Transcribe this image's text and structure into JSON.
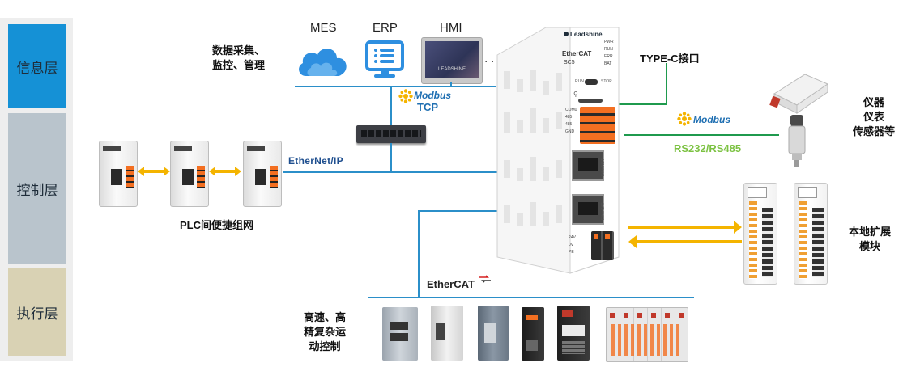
{
  "layers": [
    {
      "label": "信息层",
      "color": "#1591d6"
    },
    {
      "label": "控制层",
      "color": "#b9c4cc"
    },
    {
      "label": "执行层",
      "color": "#d9d2b4"
    }
  ],
  "info": {
    "data_label_line1": "数据采集、",
    "data_label_line2": "监控、管理",
    "mes": "MES",
    "erp": "ERP",
    "hmi": "HMI",
    "hmi_screen_text": "LEADSHINE",
    "ellipsis": "· · ·"
  },
  "protocols": {
    "modbus_tcp_1": "Modbus",
    "modbus_tcp_2": "TCP",
    "ethernetip": "EtherNet/IP",
    "modbus_rtu": "Modbus",
    "rs": "RS232/RS485",
    "ethercat": "EtherCAT"
  },
  "controller": {
    "brand": "Leadshine",
    "product": "EtherCAT",
    "model": "SC5",
    "leds": [
      "PWR",
      "RUN",
      "ERR",
      "BAT"
    ],
    "switch_left": "RUN",
    "switch_right": "STOP",
    "port_ethernet": "EtherNET",
    "port_ethercat": "EtherCAT",
    "com_labels": [
      "COM0",
      "485",
      "485",
      "GND"
    ],
    "power_labels": [
      "24V",
      "0V",
      "PE"
    ]
  },
  "labels": {
    "typec": "TYPE-C接口",
    "instruments_1": "仪器",
    "instruments_2": "仪表",
    "instruments_3": "传感器等",
    "local_ext_1": "本地扩展",
    "local_ext_2": "模块",
    "plc_network": "PLC间便捷组网",
    "motion_1": "高速、高",
    "motion_2": "精复杂运",
    "motion_3": "动控制"
  },
  "colors": {
    "blue_line": "#2b8fc9",
    "green_line": "#1f9a4e",
    "arrow_yellow": "#f4b400",
    "rs_green": "#7cc242",
    "protocol_blue": "#1f6fb2"
  }
}
